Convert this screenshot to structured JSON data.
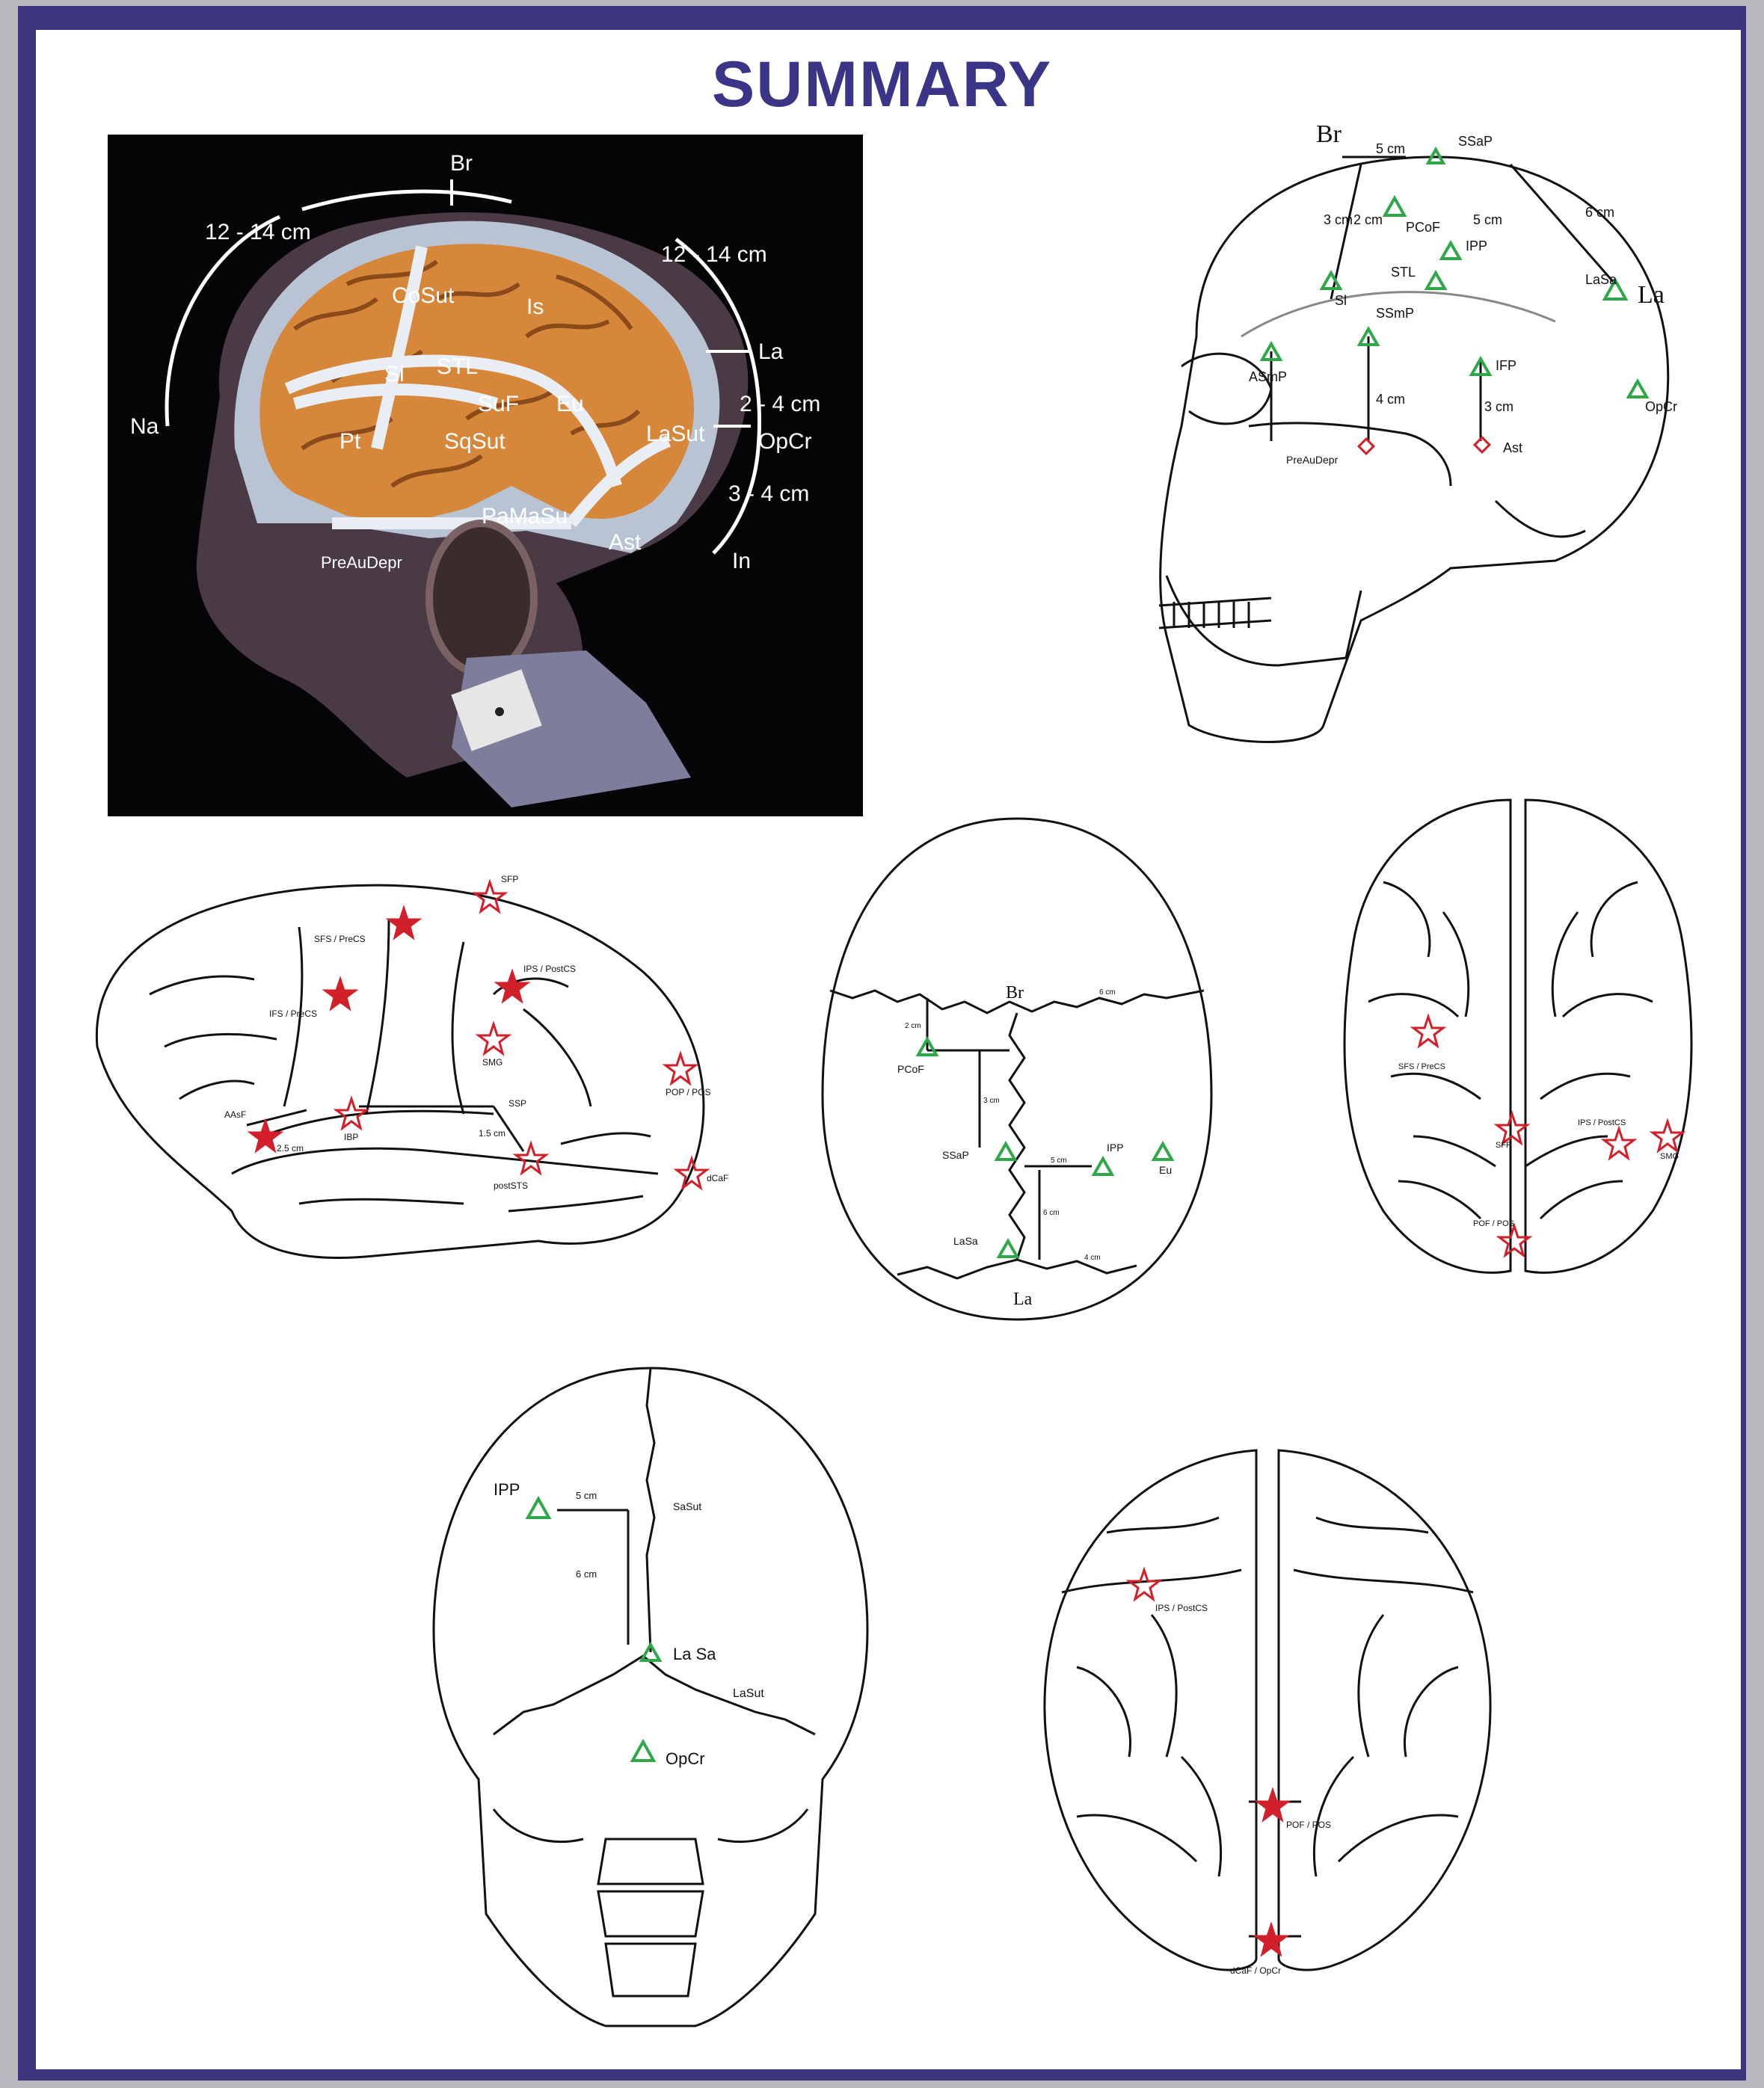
{
  "title": "SUMMARY",
  "colors": {
    "frame": "#3c357d",
    "title": "#3a3587",
    "triangle": "#2fa84a",
    "star": "#d2202a"
  },
  "photo_panel": {
    "labels": {
      "br": "Br",
      "span_left": "12 - 14 cm",
      "span_right": "12 - 14 cm",
      "na": "Na",
      "cosut": "CoSut",
      "is": "Is",
      "sl": "Sl",
      "stl": "STL",
      "su": "SuF",
      "eu": "Eu",
      "pt": "Pt",
      "sqsut": "SqSut",
      "lasut": "LaSut",
      "paimasu": "PaMaSu",
      "ast": "Ast",
      "preaudepr": "PreAuDepr",
      "la": "La",
      "d1": "2 - 4 cm",
      "opcr": "OpCr",
      "d2": "3 - 4 cm",
      "in": "In"
    }
  },
  "skull_lateral": {
    "labels": {
      "br": "Br",
      "la": "La",
      "ssap": "SSaP",
      "pcof": "PCoF",
      "stl": "STL",
      "ipp": "IPP",
      "sl": "Sl",
      "ssmp": "SSmP",
      "asmp": "ASmP",
      "ifp": "IFP",
      "pretr": "PreAuDepr",
      "latsa": "LaSa",
      "opcr": "OpCr",
      "ast": "Ast",
      "m1": "5 cm",
      "m2": "3 cm",
      "m3": "2 cm",
      "m4": "4 cm",
      "m5": "3 cm",
      "m6": "6 cm",
      "m7": "5 cm"
    }
  },
  "brain_lateral": {
    "labels": {
      "sfp": "SFP",
      "sfs": "SFS / PreCS",
      "ifs": "IFS / PreCS",
      "ips": "IPS / PostCS",
      "smg": "SMG",
      "pop": "POP / POS",
      "asfp": "AAsF",
      "ibp": "IBP",
      "ssp": "SSP",
      "d1": "2.5 cm",
      "d2": "1.5 cm",
      "post": "postSTS",
      "dcap": "dCaF"
    }
  },
  "skull_top": {
    "labels": {
      "br": "Br",
      "la": "La",
      "pcof": "PCoF",
      "ssap": "SSaP",
      "ipp": "IPP",
      "eu": "Eu",
      "lasa": "LaSa",
      "m1": "2 cm",
      "m2": "3 cm",
      "m3": "5 cm",
      "m4": "6 cm",
      "m5": "6 cm",
      "m6": "4 cm"
    }
  },
  "brain_top": {
    "labels": {
      "sfs": "SFS / PreCS",
      "sfp": "SFP",
      "ips": "IPS / PostCS",
      "smg": "SMG",
      "pop": "POF / POS"
    }
  },
  "skull_back": {
    "labels": {
      "ipp": "IPP",
      "m1": "5 cm",
      "sasut": "SaSut",
      "m2": "6 cm",
      "lasa": "La Sa",
      "lasut": "LaSut",
      "opcr": "OpCr"
    }
  },
  "brain_back": {
    "labels": {
      "ips": "IPS / PostCS",
      "pof": "POF / POS",
      "dcap": "dCaF / OpCr"
    }
  }
}
